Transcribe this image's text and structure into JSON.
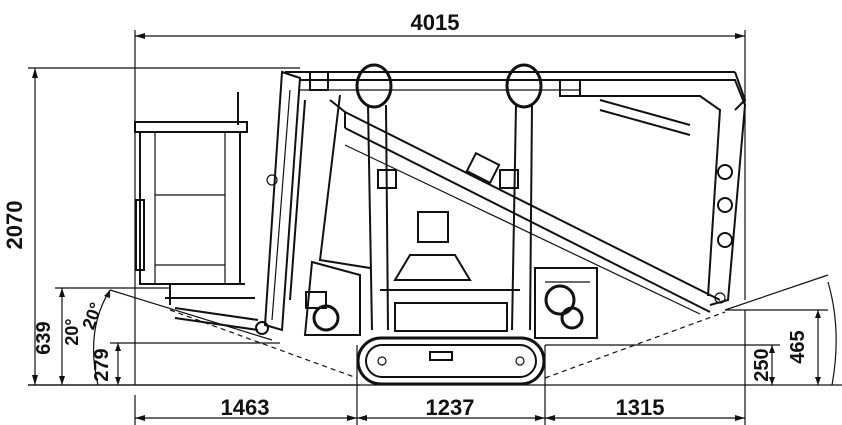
{
  "dimensions": {
    "overall_length": "4015",
    "overall_height": "2070",
    "rear_overhang": "1463",
    "track_length": "1237",
    "front_overhang": "1315",
    "rear_height": "639",
    "rear_angle": "20°",
    "rear_angle_2": "20°",
    "rear_clearance": "279",
    "front_clearance": "250",
    "front_height": "465"
  }
}
